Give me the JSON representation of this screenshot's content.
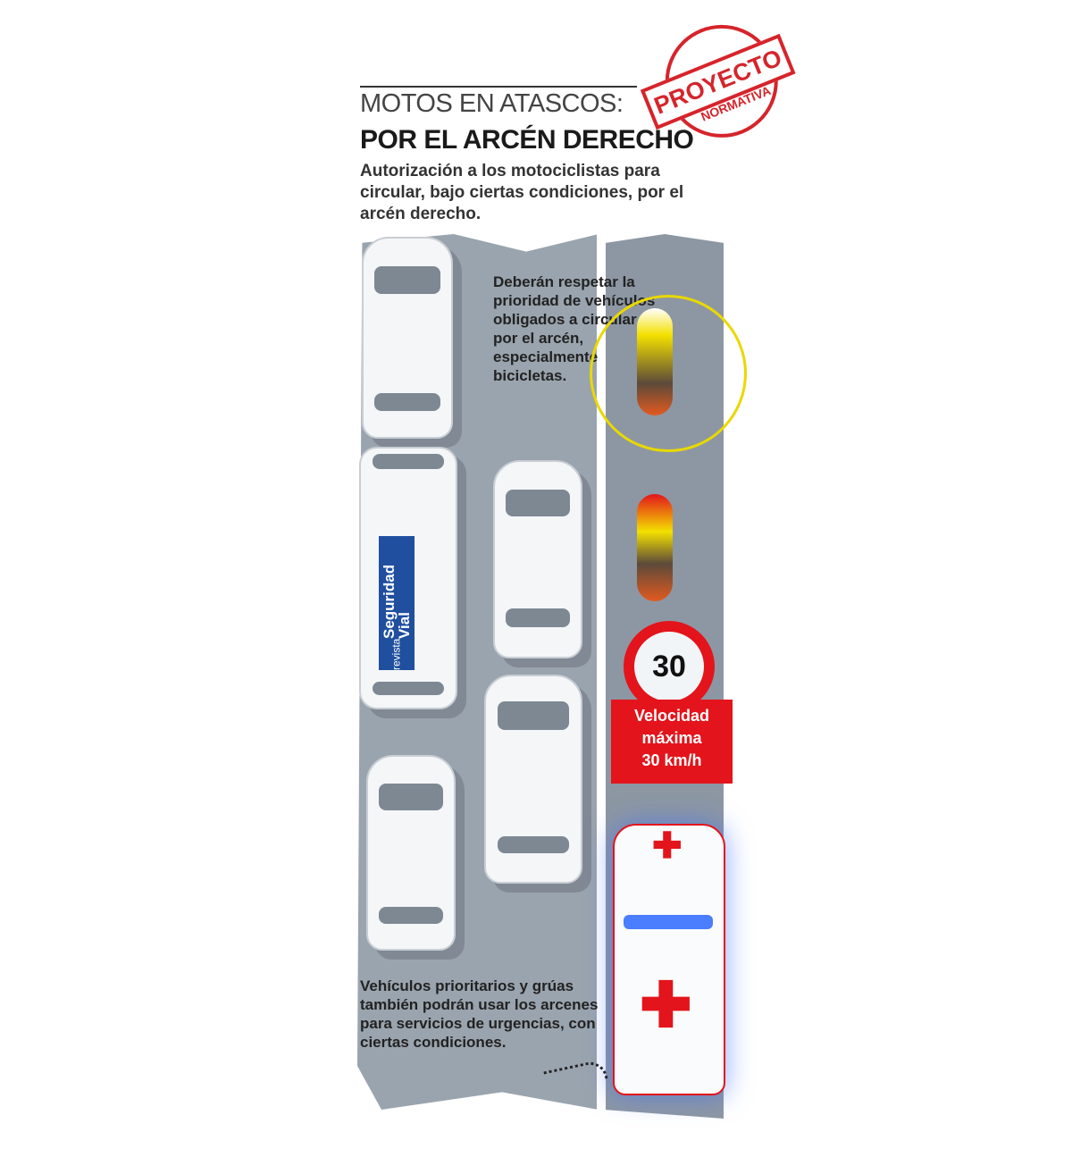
{
  "header": {
    "title_line1": "MOTOS EN ATASCOS:",
    "title_line2": "POR EL ARCÉN DERECHO",
    "intro": "Autorización a los motociclistas para circular, bajo ciertas condiciones, por el arcén derecho."
  },
  "stamp": {
    "main": "PROYECTO",
    "sub": "NORMATIVA"
  },
  "notes": {
    "priority": "Deberán respetar la prioridad de vehículos obligados a circular por el arcén, especialmente bicicletas.",
    "emergency": "Vehículos prioritarios y grúas también podrán usar los arcenes para servicios de urgencias, con ciertas condiciones."
  },
  "van_logo": {
    "line1": "revista",
    "line2": "Seguridad Vial"
  },
  "speed_sign": {
    "value": "30",
    "label_line1": "Velocidad",
    "label_line2": "máxima",
    "label_line3": "30 km/h"
  },
  "colors": {
    "red": "#e3141b",
    "road": "#9aa4ae",
    "highlight": "#e9d800",
    "logo_blue": "#1f4f9e"
  }
}
